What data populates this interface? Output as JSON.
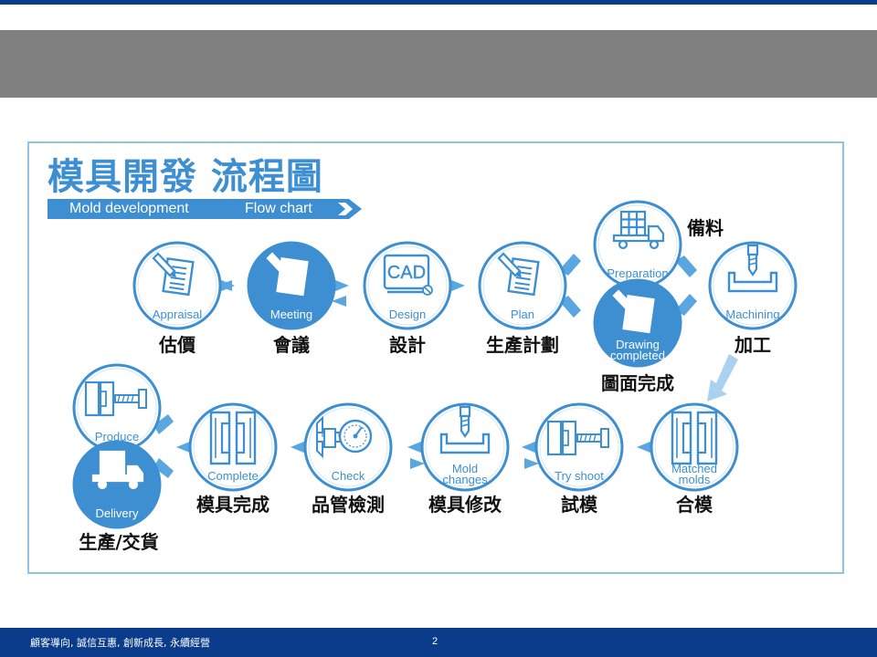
{
  "slide": {
    "title": "",
    "diagram_title": "模具開發  流程圖",
    "banner_left": "Mold development",
    "banner_right": "Flow chart"
  },
  "steps": [
    {
      "id": "appraisal",
      "en": "Appraisal",
      "zh": "估價",
      "style": "outline",
      "icon": "document-pencil-icon"
    },
    {
      "id": "meeting",
      "en": "Meeting",
      "zh": "會議",
      "style": "filled",
      "icon": "document-pencil-icon"
    },
    {
      "id": "design",
      "en": "Design",
      "zh": "設計",
      "style": "outline",
      "icon": "cad-monitor-icon",
      "icon_text": "CAD"
    },
    {
      "id": "plan",
      "en": "Plan",
      "zh": "生產計劃",
      "style": "outline",
      "icon": "document-pencil-icon"
    },
    {
      "id": "preparation",
      "en": "Preparation",
      "zh": "備料",
      "style": "outline",
      "icon": "truck-materials-icon"
    },
    {
      "id": "drawing",
      "en_line1": "Drawing",
      "en_line2": "completed",
      "zh": "圖面完成",
      "style": "filled",
      "icon": "document-pencil-icon"
    },
    {
      "id": "machining",
      "en": "Machining",
      "zh": "加工",
      "style": "outline",
      "icon": "drill-mold-icon"
    },
    {
      "id": "matched",
      "en_line1": "Matched",
      "en_line2": "molds",
      "zh": "合模",
      "style": "outline",
      "icon": "mold-halves-icon"
    },
    {
      "id": "tryshoot",
      "en": "Try shoot",
      "zh": "試模",
      "style": "outline",
      "icon": "injection-icon"
    },
    {
      "id": "moldchanges",
      "en_line1": "Mold",
      "en_line2": "changes",
      "zh": "模具修改",
      "style": "outline",
      "icon": "drill-mold-icon"
    },
    {
      "id": "check",
      "en": "Check",
      "zh": "品管檢測",
      "style": "outline",
      "icon": "caliper-icon"
    },
    {
      "id": "complete",
      "en": "Complete",
      "zh": "模具完成",
      "style": "outline",
      "icon": "mold-halves-icon"
    },
    {
      "id": "produce",
      "en": "Produce",
      "style": "outline",
      "icon": "injection-icon"
    },
    {
      "id": "delivery",
      "en": "Delivery",
      "zh": "生產/交貨",
      "style": "filled",
      "icon": "truck-materials-icon"
    }
  ],
  "footer": {
    "motto": "顧客導向, 誠信互惠, 創新成長, 永續經營",
    "page": "2"
  },
  "colors": {
    "accent": "#3d8fd1",
    "accent_light": "#5aa6e0",
    "frame": "#8ec4e8",
    "title_band": "#808080",
    "footer_bar": "#0b3c8c"
  }
}
